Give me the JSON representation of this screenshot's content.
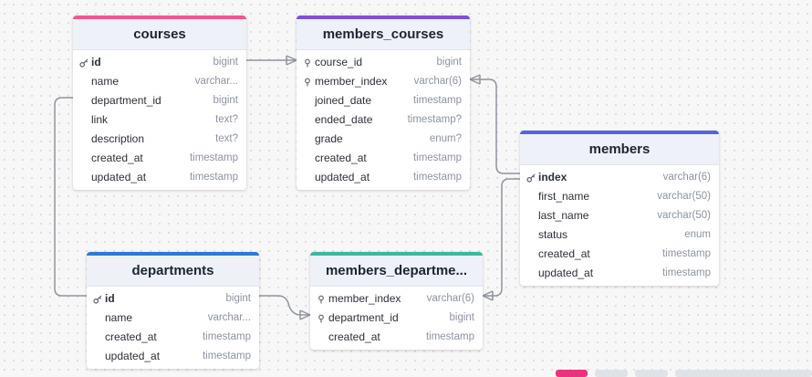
{
  "colors": {
    "courses": "#f2568f",
    "members_courses": "#7e4fd9",
    "members": "#5565d6",
    "departments": "#2f7ad1",
    "members_departments": "#3fb6a0",
    "toolbar_active": "#e8347f"
  },
  "tables": {
    "courses": {
      "name": "courses",
      "rows": [
        {
          "name": "id",
          "type": "bigint",
          "icon": "key-icon"
        },
        {
          "name": "name",
          "type": "varchar..."
        },
        {
          "name": "department_id",
          "type": "bigint"
        },
        {
          "name": "link",
          "type": "text?"
        },
        {
          "name": "description",
          "type": "text?"
        },
        {
          "name": "created_at",
          "type": "timestamp"
        },
        {
          "name": "updated_at",
          "type": "timestamp"
        }
      ]
    },
    "members_courses": {
      "name": "members_courses",
      "rows": [
        {
          "name": "course_id",
          "type": "bigint",
          "icon": "index-icon"
        },
        {
          "name": "member_index",
          "type": "varchar(6)",
          "icon": "index-icon"
        },
        {
          "name": "joined_date",
          "type": "timestamp"
        },
        {
          "name": "ended_date",
          "type": "timestamp?"
        },
        {
          "name": "grade",
          "type": "enum?"
        },
        {
          "name": "created_at",
          "type": "timestamp"
        },
        {
          "name": "updated_at",
          "type": "timestamp"
        }
      ]
    },
    "members": {
      "name": "members",
      "rows": [
        {
          "name": "index",
          "type": "varchar(6)",
          "icon": "key-icon"
        },
        {
          "name": "first_name",
          "type": "varchar(50)"
        },
        {
          "name": "last_name",
          "type": "varchar(50)"
        },
        {
          "name": "status",
          "type": "enum"
        },
        {
          "name": "created_at",
          "type": "timestamp"
        },
        {
          "name": "updated_at",
          "type": "timestamp"
        }
      ]
    },
    "departments": {
      "name": "departments",
      "rows": [
        {
          "name": "id",
          "type": "bigint",
          "icon": "key-icon"
        },
        {
          "name": "name",
          "type": "varchar..."
        },
        {
          "name": "created_at",
          "type": "timestamp"
        },
        {
          "name": "updated_at",
          "type": "timestamp"
        }
      ]
    },
    "members_departments": {
      "name": "members_departme...",
      "rows": [
        {
          "name": "member_index",
          "type": "varchar(6)",
          "icon": "index-icon"
        },
        {
          "name": "department_id",
          "type": "bigint",
          "icon": "index-icon"
        },
        {
          "name": "created_at",
          "type": "timestamp"
        }
      ]
    }
  }
}
